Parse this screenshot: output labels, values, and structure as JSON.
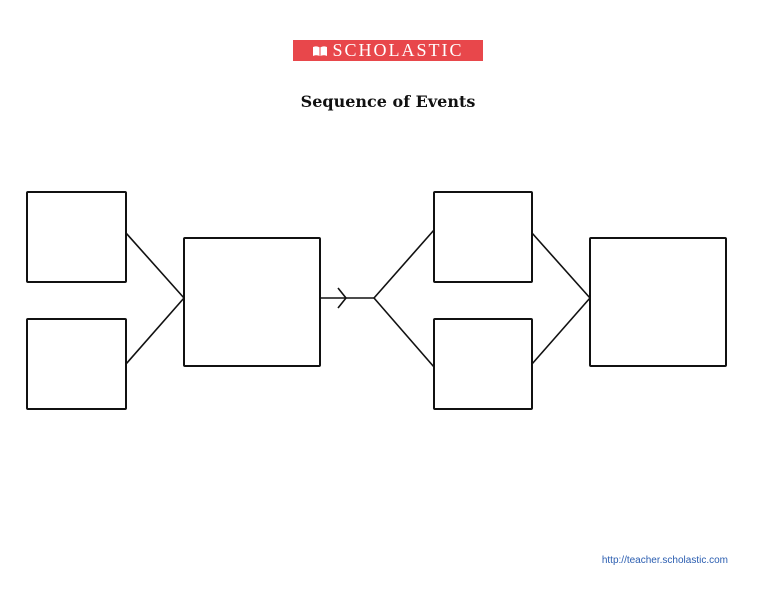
{
  "header": {
    "brand": "SCHOLASTIC",
    "brand_icon": "open-book-icon",
    "brand_color": "#e8474b",
    "title": "Sequence of Events"
  },
  "diagram": {
    "description_boxes": 6,
    "connector_color": "#111111"
  },
  "footer": {
    "url": "http://teacher.scholastic.com",
    "url_color": "#2a5db0"
  }
}
